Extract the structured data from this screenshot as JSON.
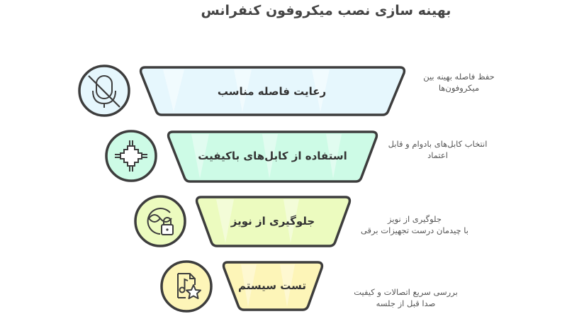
{
  "title": "بهینه سازی نصب میکروفون کنفرانس",
  "stages": [
    {
      "label": "رعایت فاصله مناسب",
      "description": [
        "حفظ فاصله بهینه بین",
        "میکروفون‌ها"
      ],
      "icon": "microphone-off-icon",
      "fill_color": "#e6f7fd",
      "accent_color": "#dff3fb"
    },
    {
      "label": "استفاده از کابل‌های باکیفیت",
      "description": [
        "انتخاب کابل‌های بادوام و قابل",
        "اعتماد"
      ],
      "icon": "circuit-cable-icon",
      "fill_color": "#cdfbe6",
      "accent_color": "#c4f7df"
    },
    {
      "label": "جلوگیری از نویز",
      "description": [
        "جلوگیری از نویز",
        "با چیدمان درست تجهیزات برقی"
      ],
      "icon": "noise-lock-icon",
      "fill_color": "#ecfbbf",
      "accent_color": "#e6f9b2"
    },
    {
      "label": "تست سیستم",
      "description": [
        "بررسی سریع اتصالات و کیفیت",
        "صدا قبل از جلسه"
      ],
      "icon": "audio-file-star-icon",
      "fill_color": "#fdf5b8",
      "accent_color": "#fbf1a6"
    }
  ],
  "colors": {
    "outline": "#3d3d3d",
    "text": "#333333",
    "description_text": "#555555"
  }
}
